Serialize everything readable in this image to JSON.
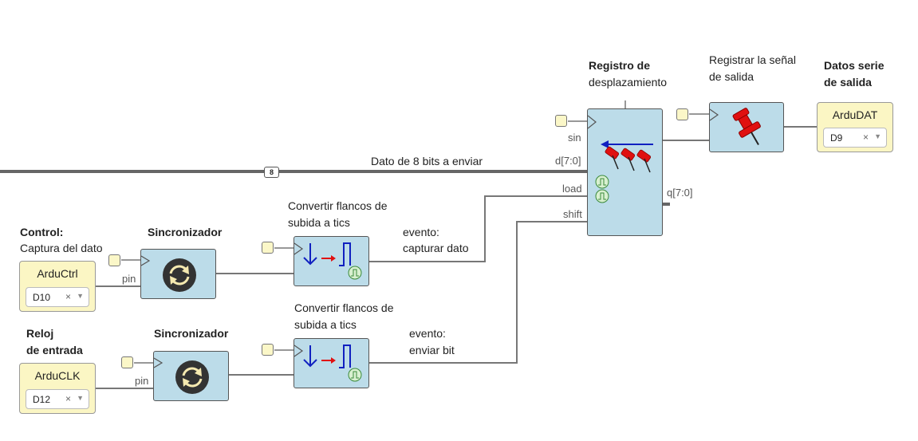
{
  "labels": {
    "registro_l1": "Registro de",
    "registro_l2": "desplazamiento",
    "registrar_l1": "Registrar la señal",
    "registrar_l2": "de salida",
    "datos_l1": "Datos serie",
    "datos_l2": "de salida",
    "dato_bus": "Dato de 8 bits a enviar",
    "bus_width": "8",
    "control_title": "Control:",
    "control_sub": "Captura del dato",
    "sinc1": "Sincronizador",
    "sinc2": "Sincronizador",
    "conv1_l1": "Convertir flancos de",
    "conv1_l2": "subida a tics",
    "conv2_l1": "Convertir flancos de",
    "conv2_l2": "subida a tics",
    "evento1_l1": "evento:",
    "evento1_l2": "capturar dato",
    "evento2_l1": "evento:",
    "evento2_l2": "enviar bit",
    "reloj_l1": "Reloj",
    "reloj_l2": "de entrada"
  },
  "ports": {
    "sin": "sin",
    "d": "d[7:0]",
    "load": "load",
    "shift": "shift",
    "q": "q[7:0]",
    "pin1": "pin",
    "pin2": "pin"
  },
  "pins": {
    "arductrl": {
      "name": "ArduCtrl",
      "value": "D10"
    },
    "arduclk": {
      "name": "ArduCLK",
      "value": "D12"
    },
    "ardudat": {
      "name": "ArduDAT",
      "value": "D9"
    }
  },
  "clear_symbol": "×",
  "caret_symbol": "▼",
  "colors": {
    "block": "#bcdce9",
    "pin": "#fbf6c4",
    "wire": "#777777",
    "bus": "#666666"
  }
}
